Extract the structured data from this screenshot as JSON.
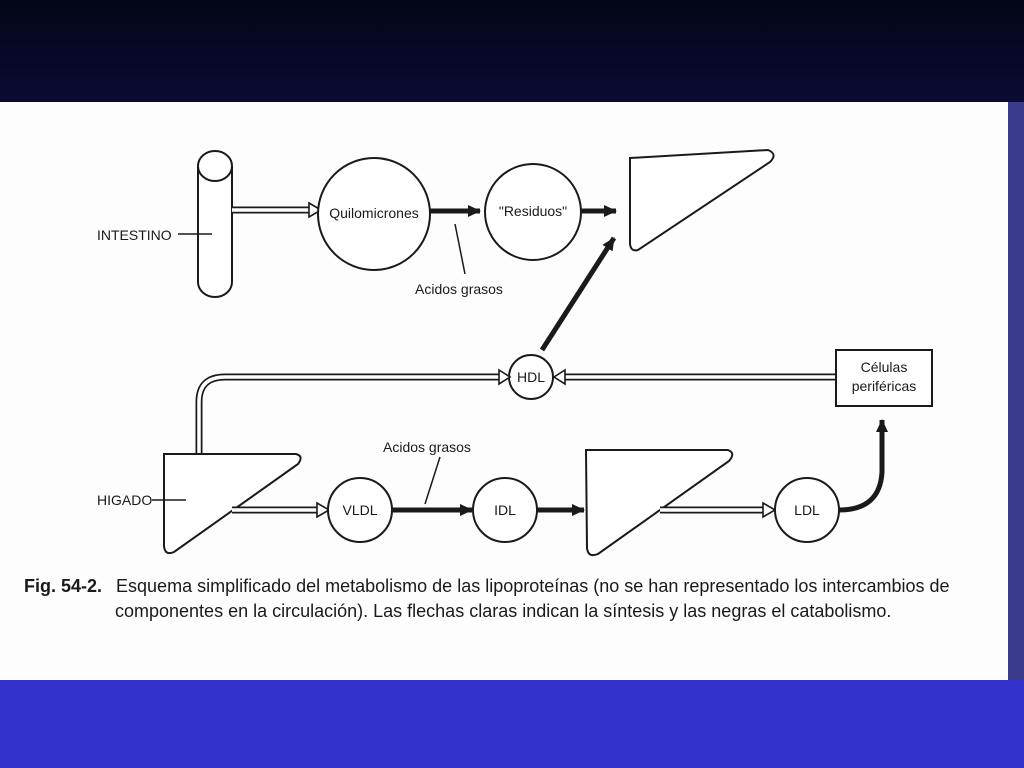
{
  "diagram": {
    "nodes": {
      "intestino": "INTESTINO",
      "quilomicrones": "Quilomicrones",
      "residuos": "\"Residuos\"",
      "hdl": "HDL",
      "celulas_line1": "Células",
      "celulas_line2": "periféricas",
      "higado": "HIGADO",
      "vldl": "VLDL",
      "idl": "IDL",
      "ldl": "LDL"
    },
    "annotations": {
      "acidos_grasos_top": "Acidos grasos",
      "acidos_grasos_bottom": "Acidos grasos"
    }
  },
  "caption": {
    "figure_number": "Fig. 54-2.",
    "line1": "Esquema simplificado del metabolismo de las lipoproteínas (no se han representado los intercambios de",
    "line2": "componentes en la circulación). Las flechas claras indican la síntesis y las negras el catabolismo."
  }
}
